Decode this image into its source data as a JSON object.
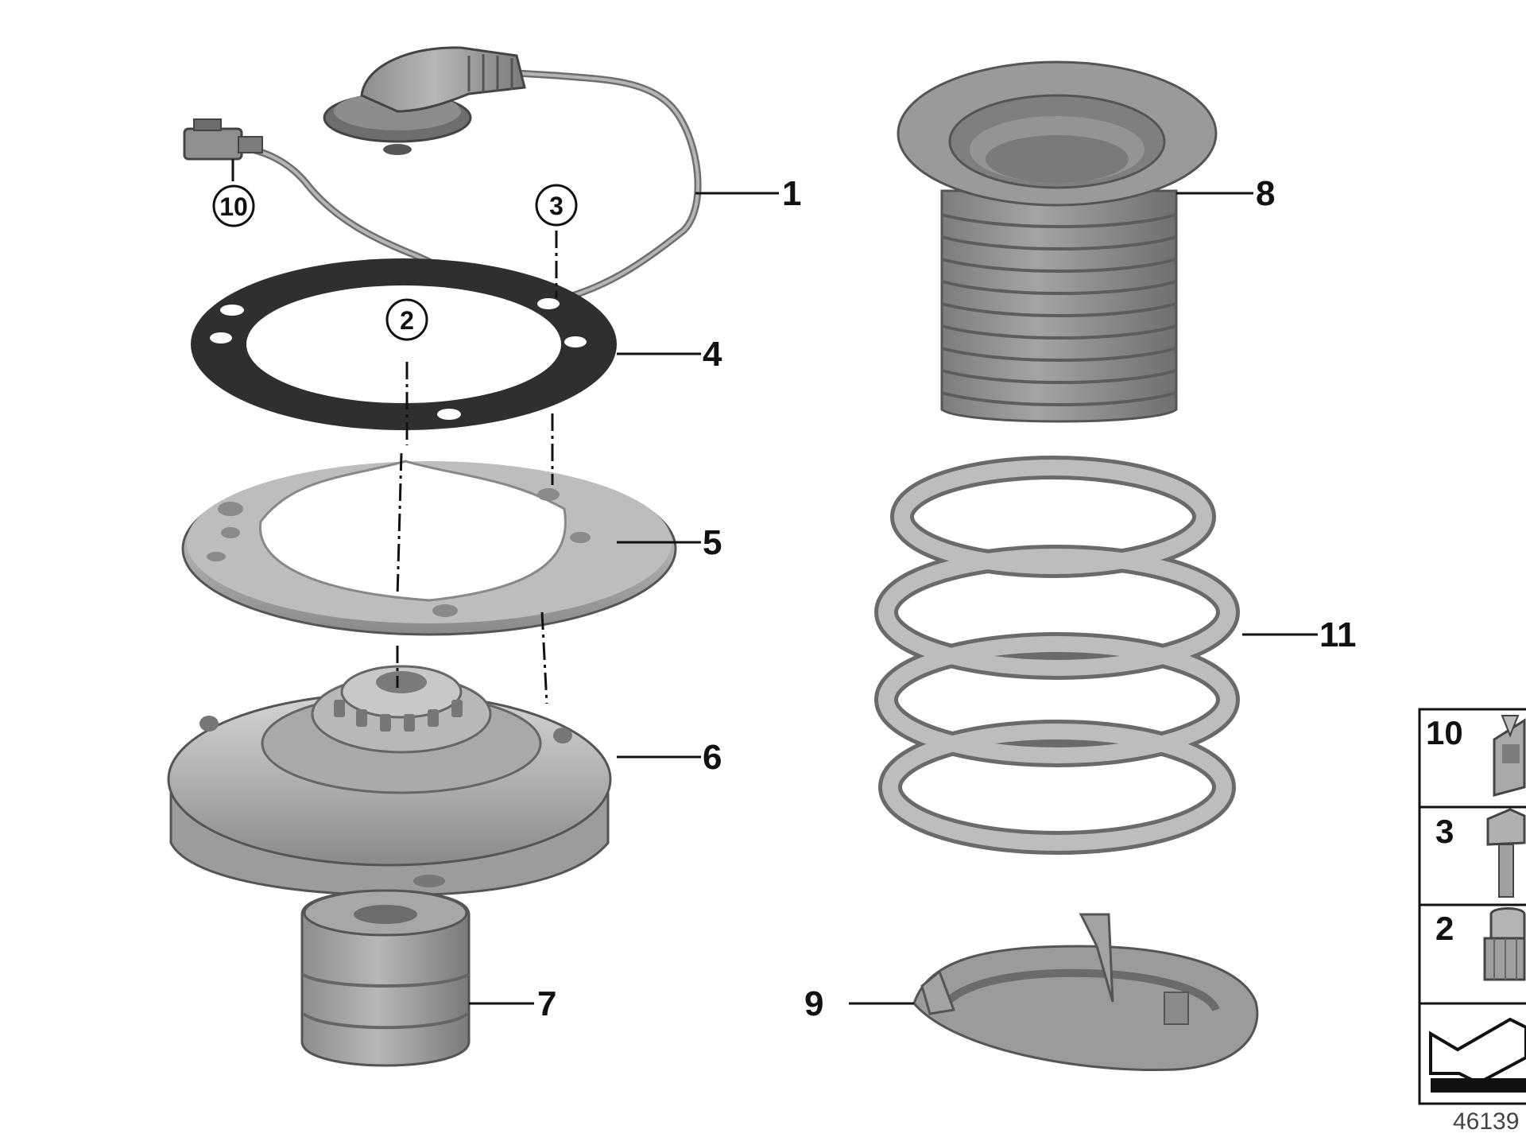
{
  "colors": {
    "part_light": "#c9c9c9",
    "part_mid": "#a6a6a6",
    "part_dark": "#7e7e7e",
    "outline": "#444444",
    "gasket": "#2f2f2f",
    "line": "#111111"
  },
  "callouts": {
    "c1": "1",
    "c4": "4",
    "c5": "5",
    "c6": "6",
    "c7": "7",
    "c8": "8",
    "c9": "9",
    "c11": "11",
    "circle2": "2",
    "circle3": "3",
    "circle10": "10"
  },
  "legend": {
    "items": [
      {
        "label": "10",
        "icon": "connector-clip-icon"
      },
      {
        "label": "3",
        "icon": "bolt-icon"
      },
      {
        "label": "2",
        "icon": "collar-nut-icon"
      }
    ],
    "symbol_icon": "arrow-symbol-icon"
  },
  "reference_number": "46139"
}
